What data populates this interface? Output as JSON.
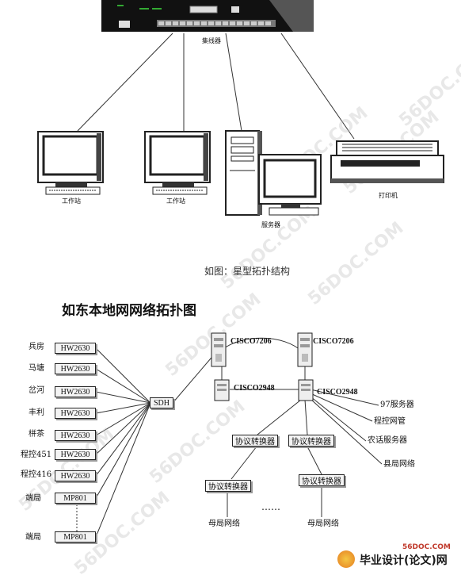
{
  "star": {
    "hub_label": "集线器",
    "ws1_label": "工作站",
    "ws2_label": "工作站",
    "server_label": "服务器",
    "printer_label": "打印机",
    "caption": "如图：星型拓扑结构"
  },
  "lan": {
    "title": "如东本地网网络拓扑图",
    "sites": [
      "兵房",
      "马塘",
      "岔河",
      "丰利",
      "栟茶",
      "程控451",
      "程控416",
      "端局",
      "端局"
    ],
    "devices": [
      "HW2630",
      "HW2630",
      "HW2630",
      "HW2630",
      "HW2630",
      "HW2630",
      "HW2630",
      "MP801",
      "MP801"
    ],
    "sdh": "SDH",
    "cisco7206_a": "CISCO7206",
    "cisco7206_b": "CISCO7206",
    "cisco2948_a": "CISCO2948",
    "cisco2948_b": "CISCO2948",
    "services": [
      "97服务器",
      "程控网管",
      "农话服务器",
      "县局网络"
    ],
    "converter": "协议转换器",
    "parent_net": "母局网络",
    "ellipsis": "……"
  },
  "watermark": "56DOC.COM",
  "footer": {
    "site": "56DOC.COM",
    "brand": "毕业设计(论文)网"
  }
}
